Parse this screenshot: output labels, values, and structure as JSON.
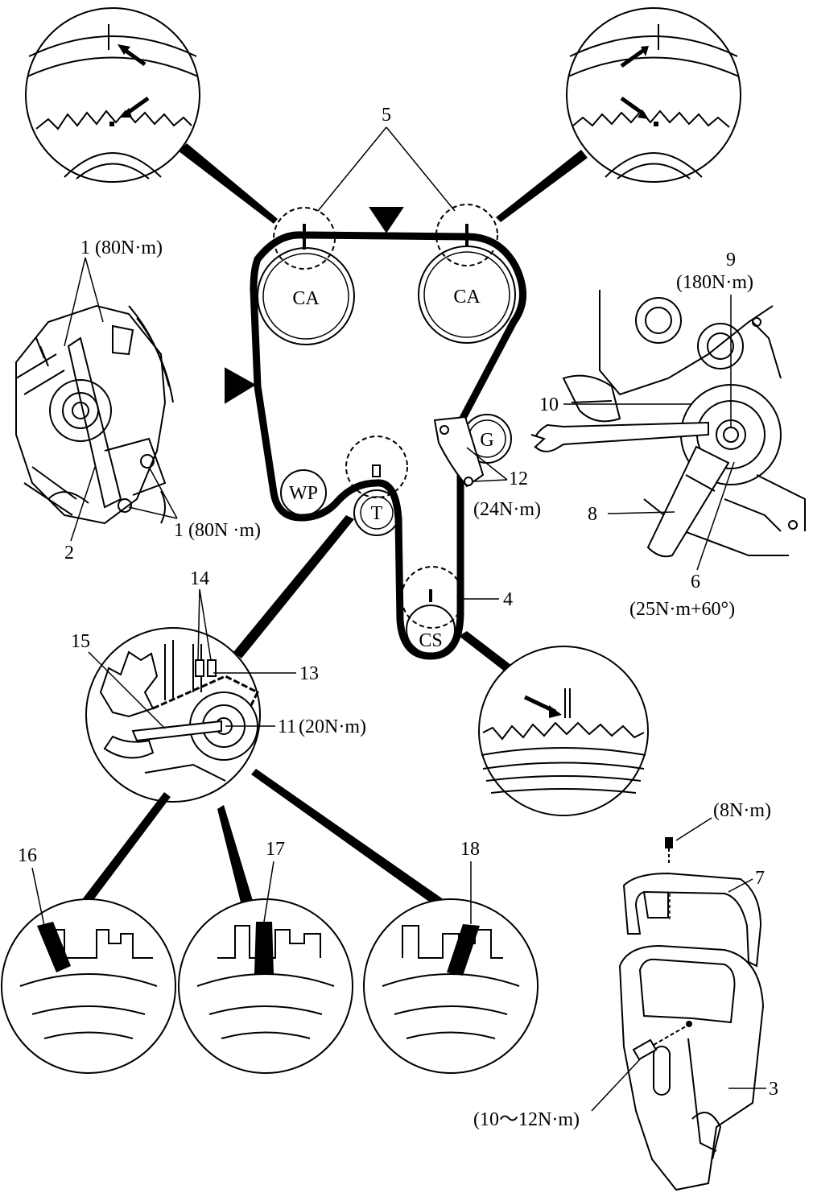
{
  "pulleys": {
    "ca_left": "CA",
    "ca_right": "CA",
    "wp": "WP",
    "tensioner": "T",
    "generator": "G",
    "crankshaft": "CS"
  },
  "callouts": {
    "c1_top": "1",
    "c1_top_torque": "(80N·m)",
    "c1_bottom": "1",
    "c1_bottom_torque": "(80N ·m)",
    "c2": "2",
    "c3": "3",
    "c4": "4",
    "c5": "5",
    "c6": "6",
    "c6_torque": "(25N·m+60°)",
    "c7": "7",
    "c8": "8",
    "c9": "9",
    "c9_torque": "(180N·m)",
    "c10": "10",
    "c11": "11",
    "c11_torque": "(20N·m)",
    "c12": "12",
    "c12_torque": "(24N·m)",
    "c13": "13",
    "c14": "14",
    "c15": "15",
    "c16": "16",
    "c17": "17",
    "c18": "18",
    "cover_bolt_torque": "(8N·m)",
    "cover_screw_torque": "(10～12N·m)"
  },
  "colors": {
    "ink": "#000000",
    "paper": "#ffffff"
  }
}
